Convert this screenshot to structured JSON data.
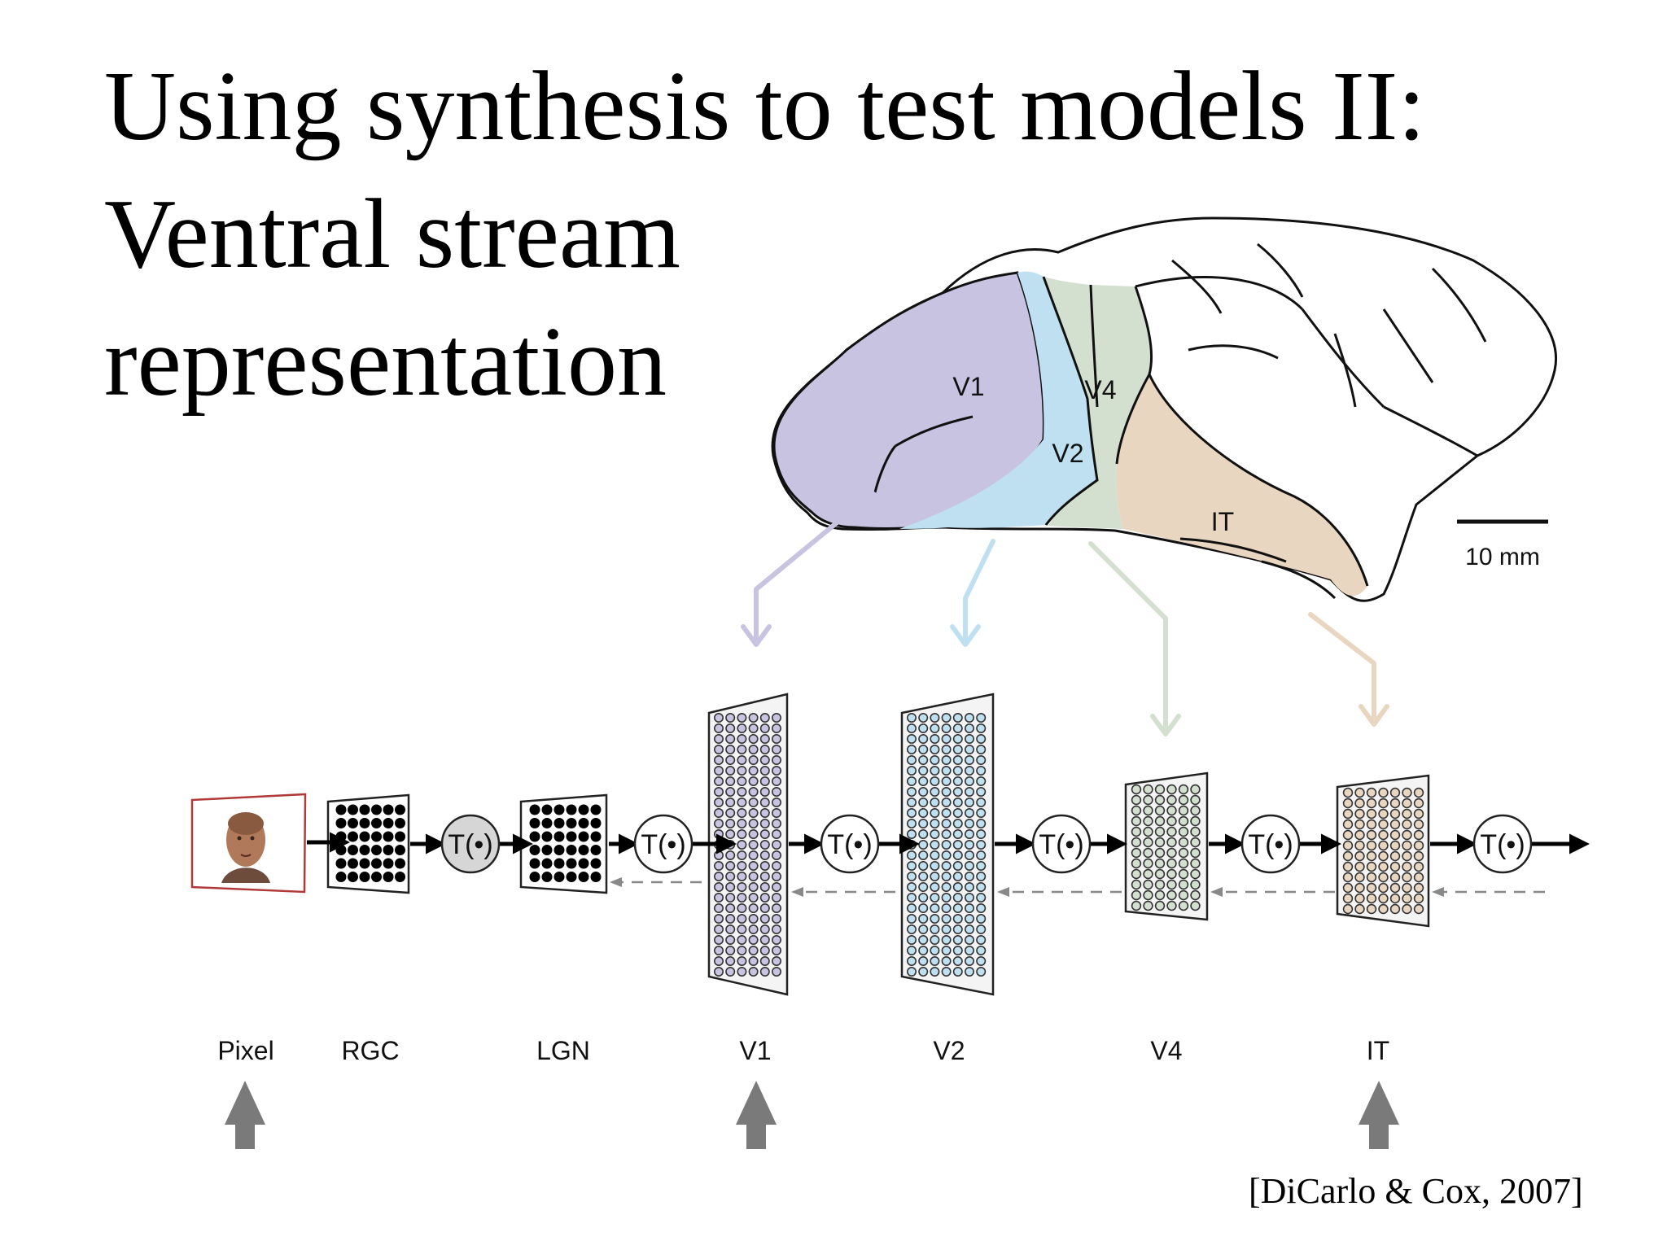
{
  "slide": {
    "title_line1": "Using synthesis to test models II:",
    "title_line2": "Ventral stream",
    "title_line3": "representation",
    "citation": "[DiCarlo & Cox, 2007]"
  },
  "brain": {
    "regions": [
      {
        "id": "v1",
        "label": "V1",
        "color": "#c8c3e0"
      },
      {
        "id": "v2",
        "label": "V2",
        "color": "#bfe0f0"
      },
      {
        "id": "v4",
        "label": "V4",
        "color": "#d3e0cf"
      },
      {
        "id": "it",
        "label": "IT",
        "color": "#e8d6c0"
      }
    ],
    "scale_label": "10 mm"
  },
  "pipeline": {
    "transform_label": "T(•)",
    "stage_labels": [
      "Pixel",
      "RGC",
      "LGN",
      "V1",
      "V2",
      "V4",
      "IT"
    ],
    "input_image": "face-photo",
    "highlighted_stages": [
      "Pixel",
      "V1",
      "IT"
    ],
    "colors": {
      "v1": "#c8c3e0",
      "v2": "#bfe0f0",
      "v4": "#d3e0cf",
      "it": "#e8d6c0",
      "highlight_arrow": "#7a7a7a"
    }
  }
}
